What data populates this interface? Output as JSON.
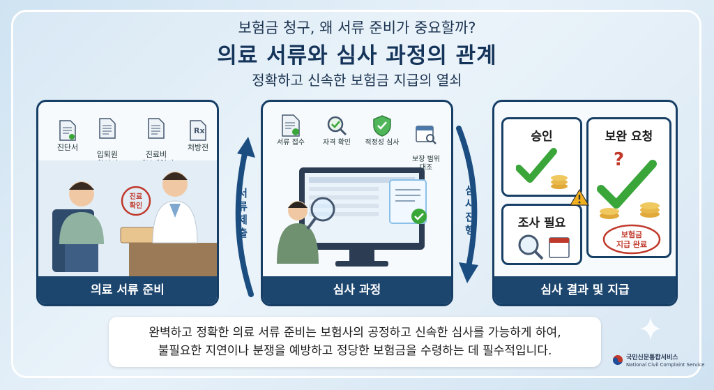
{
  "header": {
    "question": "보험금 청구, 왜 서류 준비가 중요할까?",
    "title": "의료 서류와 심사 과정의 관계",
    "subtitle": "정확하고 신속한 보험금 지급의 열쇠"
  },
  "panel1": {
    "footer": "의료 서류 준비",
    "docs": [
      {
        "label": "진단서",
        "icon": "document-icon"
      },
      {
        "label": "입퇴원\n확인서",
        "icon": "document-icon"
      },
      {
        "label": "진료비\n세부내역서",
        "icon": "document-icon"
      },
      {
        "label": "처방전",
        "icon": "prescription-icon"
      }
    ],
    "stamp": "진료\n확인"
  },
  "arrow_left": "서류제출",
  "panel2": {
    "footer": "심사 과정",
    "steps": [
      {
        "label": "서류 접수",
        "icon": "document-check-icon"
      },
      {
        "label": "자격 확인",
        "icon": "magnifier-check-icon"
      },
      {
        "label": "적정성 심사",
        "icon": "shield-check-icon"
      },
      {
        "label": "보장 범위\n대조",
        "icon": "calendar-search-icon"
      }
    ]
  },
  "arrow_right": "심사진행",
  "panel3": {
    "footer": "심사 결과 및 지급",
    "approve": "승인",
    "supplement": "보완 요청",
    "investigate": "조사 필요",
    "stamp": "보험금\n지급 완료"
  },
  "summary": {
    "line1": "완벽하고 정확한 의료 서류 준비는 보험사의 공정하고 신속한 심사를 가능하게 하여,",
    "line2": "불필요한 지연이나 분쟁을 예방하고 정당한 보험금을 수령하는 데 필수적입니다."
  },
  "logo": {
    "name": "국민신문통합서비스",
    "en": "National Civil Complaint Service"
  },
  "colors": {
    "navy": "#173f66",
    "green": "#3aa63a",
    "red": "#c0392b",
    "gold": "#e0a93a"
  }
}
